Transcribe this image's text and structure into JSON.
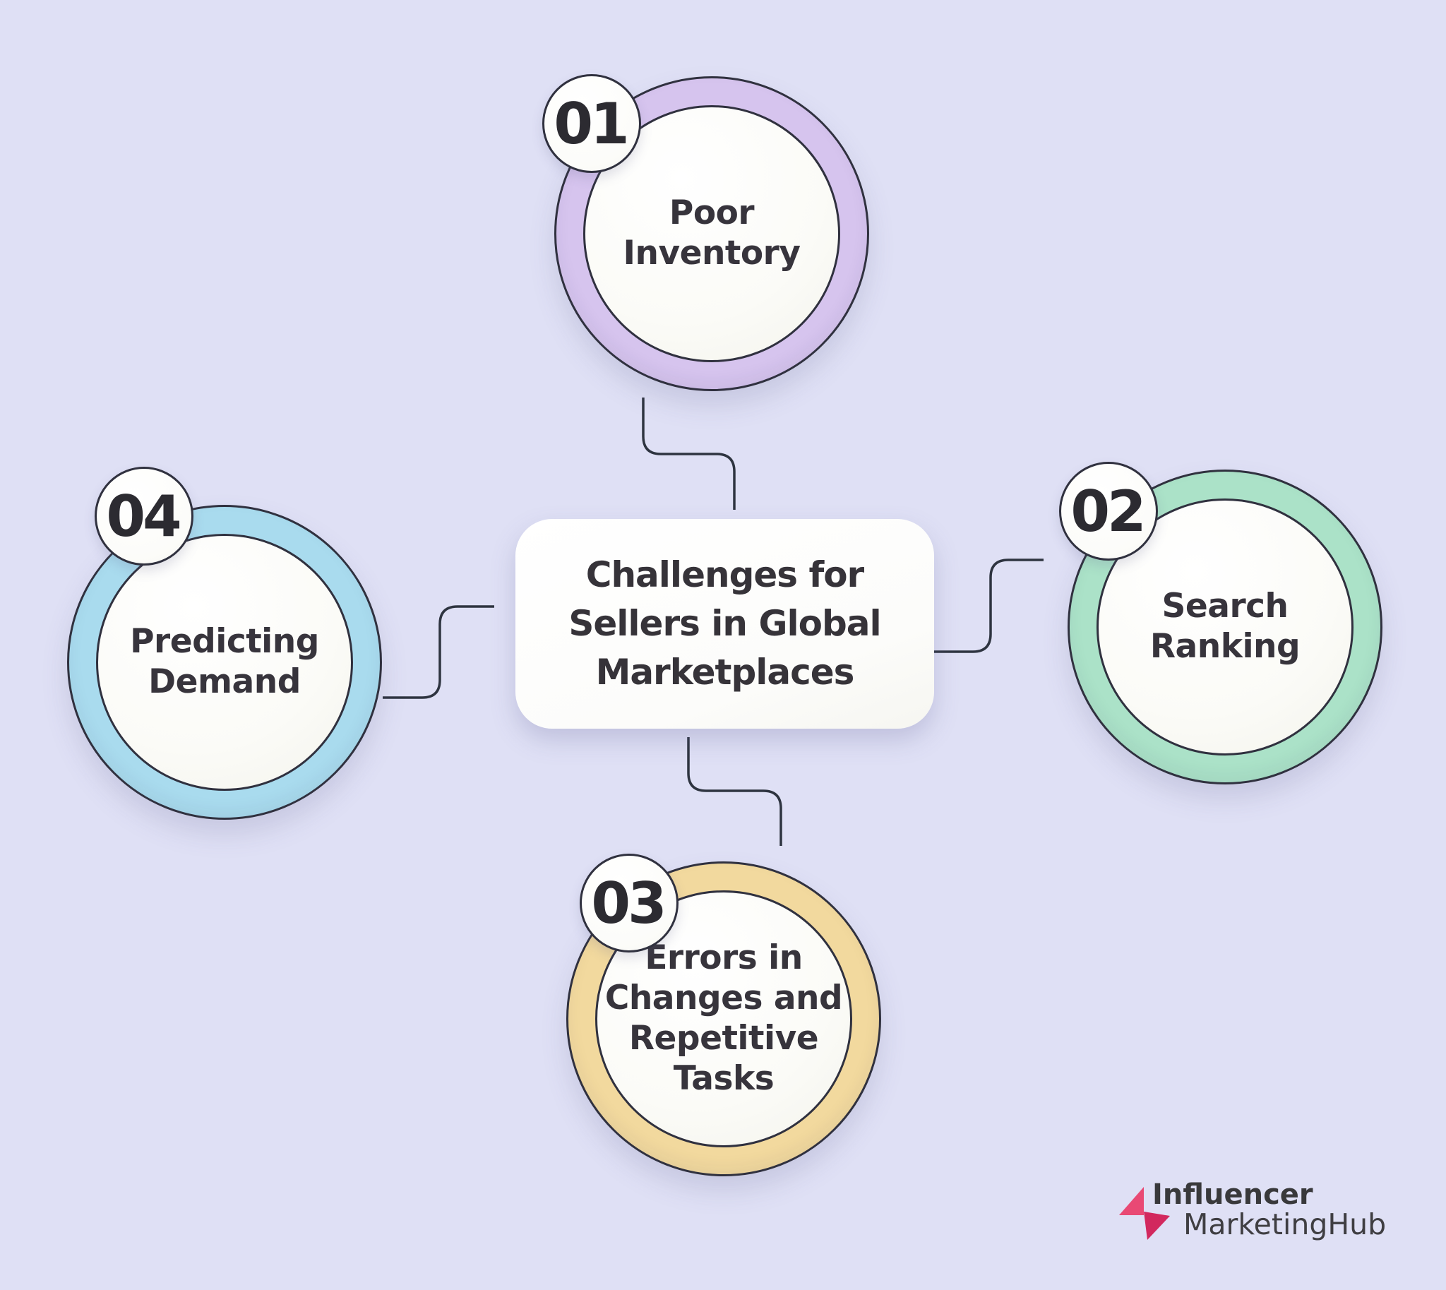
{
  "title": "Challenges for\nSellers in Global\nMarketplaces",
  "nodes": [
    {
      "number": "01",
      "label": "Poor\nInventory",
      "position": "top",
      "ring_color": "#d6c4ee"
    },
    {
      "number": "02",
      "label": "Search\nRanking",
      "position": "right",
      "ring_color": "#abe2c8"
    },
    {
      "number": "03",
      "label": "Errors in\nChanges and\nRepetitive\nTasks",
      "position": "bottom",
      "ring_color": "#f2d99e"
    },
    {
      "number": "04",
      "label": "Predicting\nDemand",
      "position": "left",
      "ring_color": "#a9dbee"
    }
  ],
  "logo": {
    "line1": "Influencer",
    "line2": "MarketingHub",
    "icon_color_light": "#e94974",
    "icon_color_dark": "#d2285e"
  },
  "colors": {
    "background": "#dfe0f5",
    "outline": "#30313f",
    "connector": "#2e3440",
    "inner_circle": "#fbfbf7",
    "badge_fill": "#fcfcf9",
    "label_text": "#37343c",
    "title_text": "#363339",
    "number_text": "#2c2b31"
  }
}
